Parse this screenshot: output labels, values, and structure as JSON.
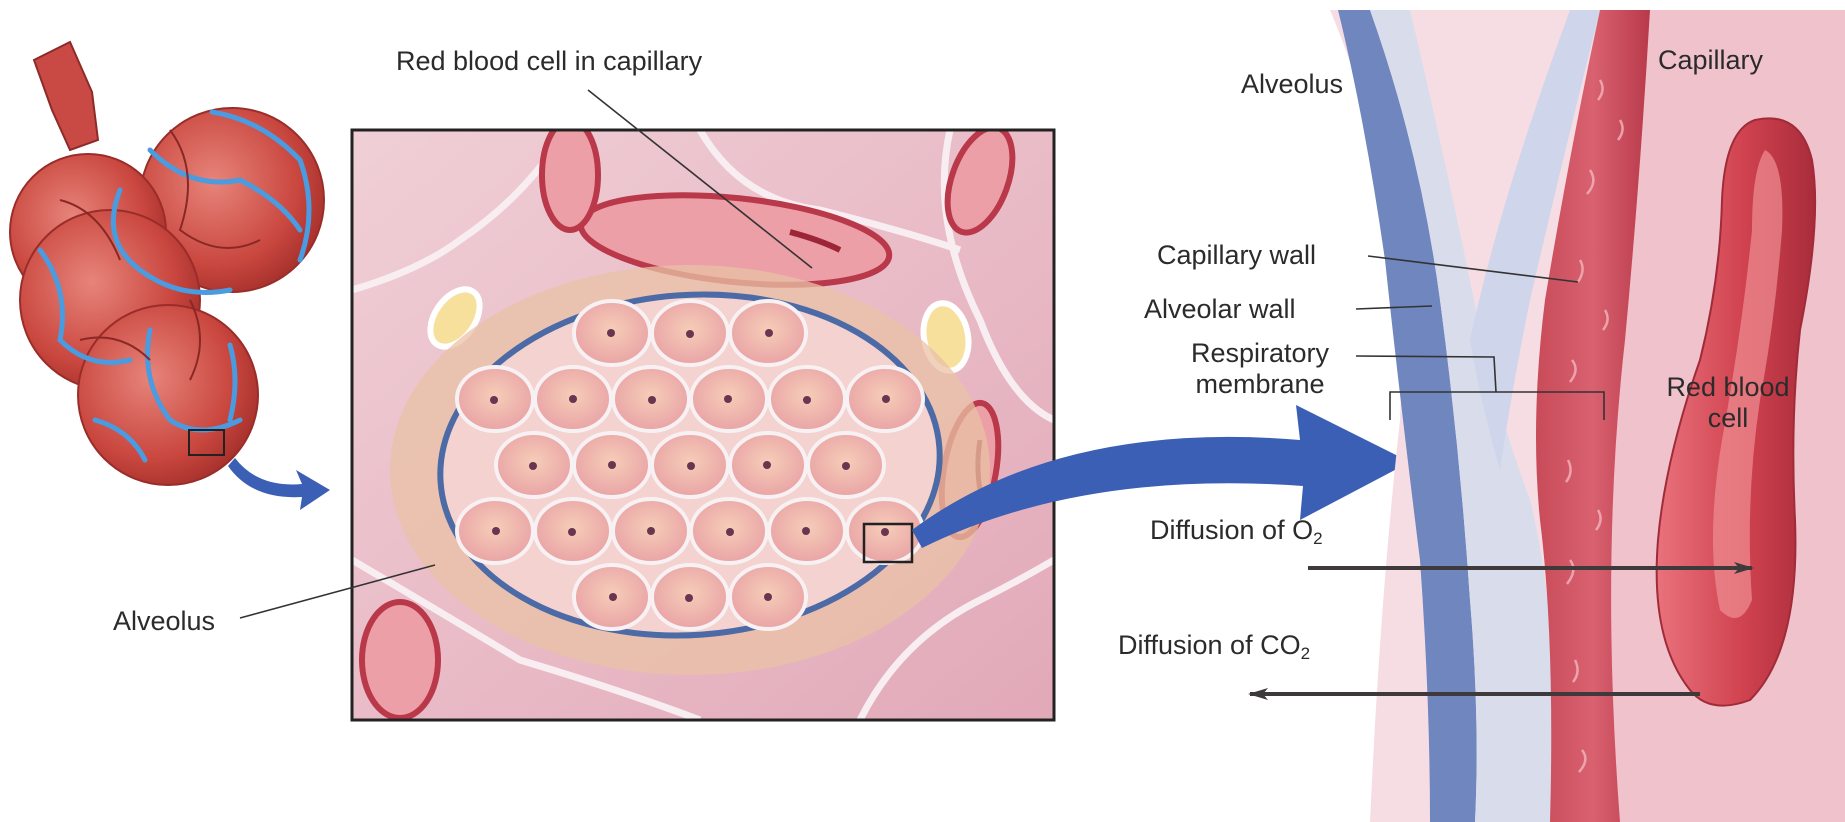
{
  "labels": {
    "rbc_in_capillary": "Red blood cell in capillary",
    "alveolus_top": "Alveolus",
    "capillary": "Capillary",
    "capillary_wall": "Capillary wall",
    "alveolar_wall": "Alveolar wall",
    "respiratory_membrane_line1": "Respiratory",
    "respiratory_membrane_line2": "membrane",
    "red_blood_cell_line1": "Red blood",
    "red_blood_cell_line2": "cell",
    "diffusion_o2_prefix": "Diffusion of O",
    "diffusion_o2_sub": "2",
    "diffusion_co2_prefix": "Diffusion of CO",
    "diffusion_co2_sub": "2",
    "alveolus_left": "Alveolus"
  },
  "colors": {
    "tissue_pink": "#f2c9cf",
    "alveolar_cell": "#eeb3ad",
    "capillary_red": "#c23b4a",
    "vessel_blue": "#4a9be0",
    "arrow_blue": "#3b5fb5",
    "membrane_blue": "#6f86bf",
    "diffusion_arrow": "#3e3a3c"
  }
}
